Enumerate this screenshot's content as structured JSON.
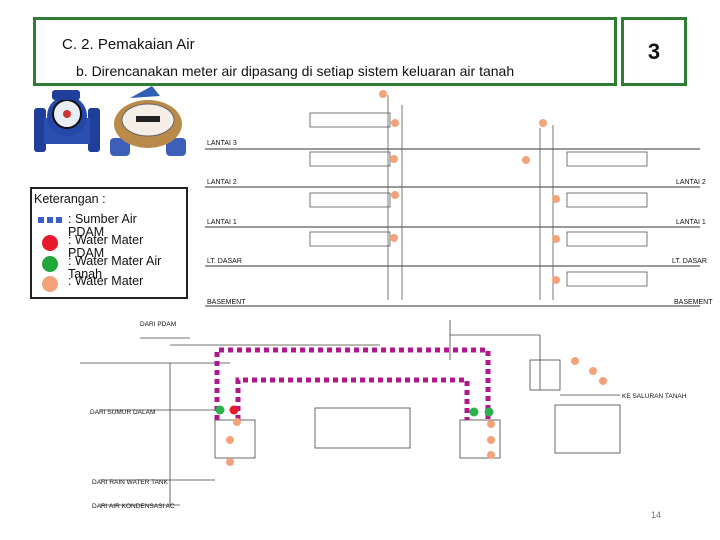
{
  "header": {
    "section_title": "C. 2. Pemakaian Air",
    "subtitle": "b. Direncanakan meter air dipasang di setiap sistem keluaran air tanah",
    "slide_number": "3"
  },
  "legend": {
    "title": "Keterangan :",
    "items": [
      {
        "label": ": Sumber Air\nPDAM",
        "symbol": "blue-dash",
        "color": "#3a5fcd"
      },
      {
        "label": ": Water Mater\nPDAM",
        "symbol": "circle",
        "color": "#e8192c"
      },
      {
        "label": ": Water Mater Air\nTanah",
        "symbol": "circle",
        "color": "#1fa83a"
      },
      {
        "label": ": Water Mater",
        "symbol": "circle",
        "color": "#f4a27a"
      }
    ]
  },
  "diagram": {
    "floors_left": [
      "LANTAI 3",
      "LANTAI 2",
      "LANTAI 1",
      "LT. DASAR",
      "BASEMENT"
    ],
    "floors_right": [
      "LANTAI 2",
      "LANTAI 1",
      "LT. DASAR",
      "BASEMENT"
    ],
    "labels": {
      "dari_pdam": "DARI PDAM",
      "dari_sumur": "DARI SUMUR DALAM",
      "dari_rain_tank": "DARI RAIN WATER TANK",
      "dari_kondensasi": "DARI AIR KONDENSASI AC",
      "ke_saluran": "KE SALURAN TANAH"
    }
  },
  "footer": {
    "page": "14"
  }
}
